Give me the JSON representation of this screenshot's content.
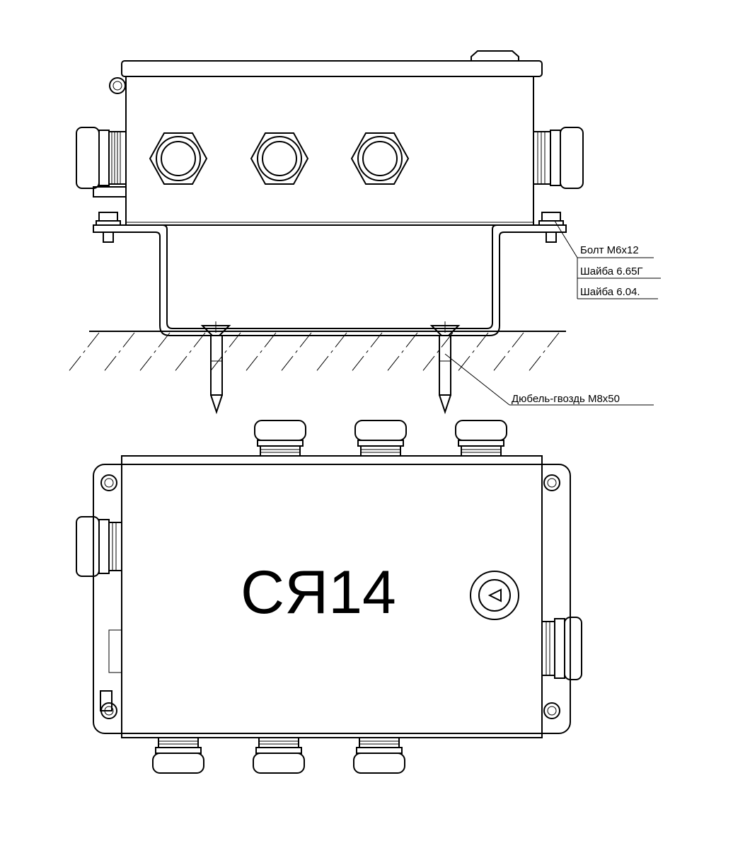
{
  "callouts": {
    "bolt": "Болт М6х12",
    "washer_grower": "Шайба 6.65Г",
    "washer_flat": "Шайба 6.04.",
    "dowel": "Дюбель-гвоздь М8х50"
  },
  "box_marking": "СЯ14",
  "icons": {
    "led_indicator": "triangle-left-icon"
  }
}
